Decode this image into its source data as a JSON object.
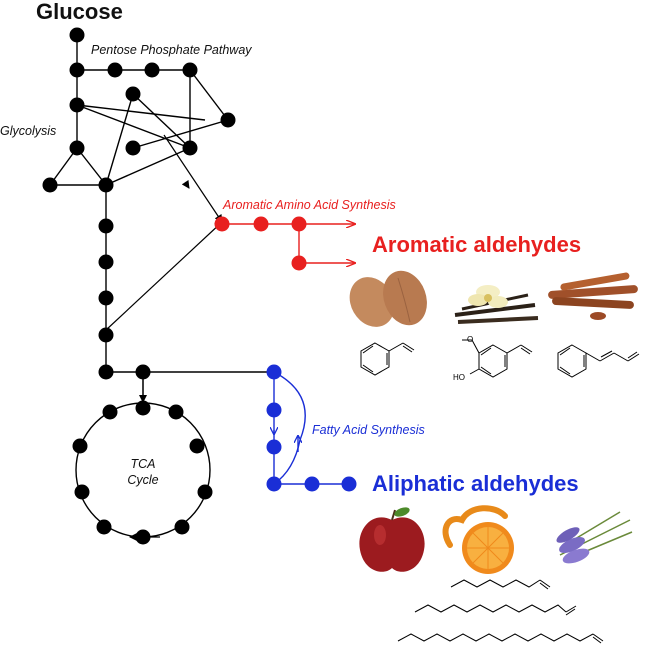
{
  "title": "Glucose",
  "labels": {
    "pentose": "Pentose Phosphate Pathway",
    "glycolysis": "Glycolysis",
    "aromatic_synthesis": "Aromatic Amino Acid Synthesis",
    "fatty_acid": "Fatty Acid Synthesis",
    "tca_line1": "TCA",
    "tca_line2": "Cycle"
  },
  "products": {
    "aromatic": "Aromatic aldehydes",
    "aliphatic": "Aliphatic aldehydes"
  },
  "colors": {
    "black_path": "#000000",
    "aromatic": "#e8201f",
    "aliphatic": "#1a2ed6"
  },
  "icons": {
    "aromatic_foods": [
      "almond-icon",
      "vanilla-icon",
      "cinnamon-icon"
    ],
    "aliphatic_foods": [
      "apple-icon",
      "orange-icon",
      "lavender-icon"
    ]
  },
  "structure_labels": {
    "vanillin_o": "O",
    "vanillin_ho": "HO"
  }
}
